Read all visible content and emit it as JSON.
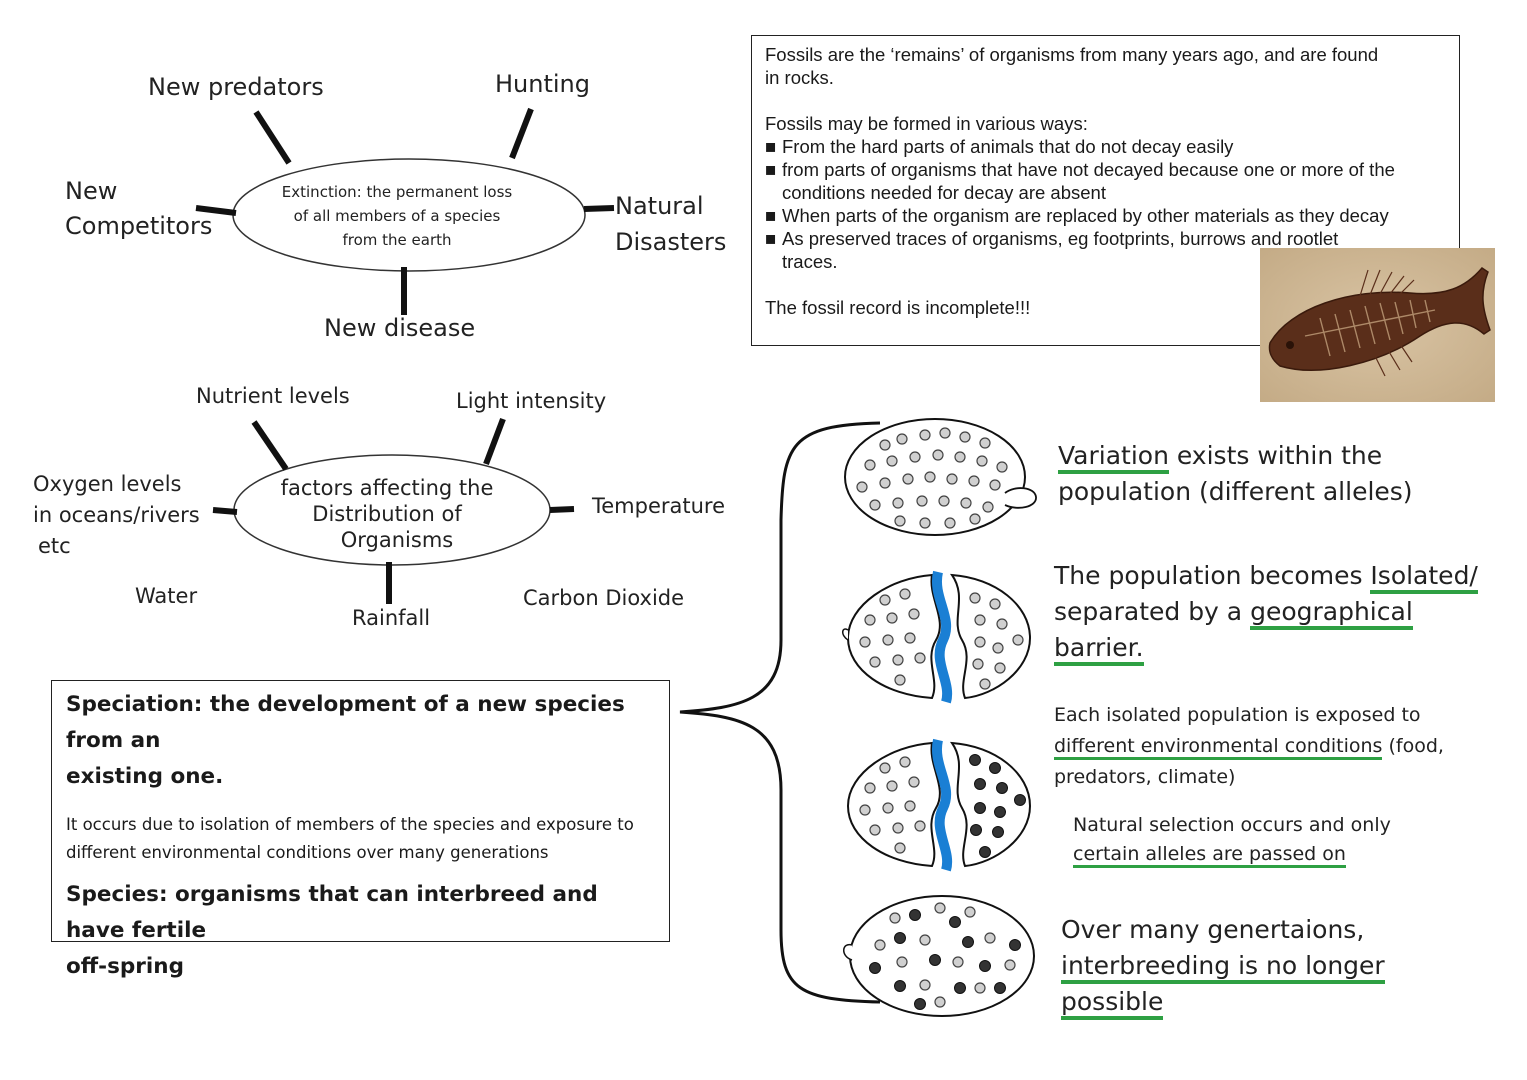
{
  "extinction": {
    "center_text": [
      "Extinction: the permanent loss",
      "of all members of a species",
      "from the earth"
    ],
    "causes": {
      "new_predators": "New predators",
      "hunting": "Hunting",
      "new_competitors": [
        "New",
        "Competitors"
      ],
      "natural_disasters": [
        "Natural",
        "Disasters"
      ],
      "new_disease": "New disease"
    }
  },
  "distribution": {
    "center_text": [
      "factors affecting the",
      "Distribution of",
      "Organisms"
    ],
    "factors": {
      "nutrient_levels": "Nutrient levels",
      "light_intensity": "Light intensity",
      "oxygen_levels": [
        "Oxygen levels",
        "in oceans/rivers",
        "etc"
      ],
      "temperature": "Temperature",
      "water": "Water",
      "rainfall": "Rainfall",
      "carbon_dioxide": "Carbon Dioxide"
    }
  },
  "fossils": {
    "intro": [
      "Fossils are the ‘remains’ of organisms from many years ago, and are found",
      "in rocks."
    ],
    "ways_heading": "Fossils may be formed in various ways:",
    "bullet_symbol": "■",
    "bullets": [
      [
        "From the hard parts of animals that do not decay easily"
      ],
      [
        "from parts of organisms that have not decayed because one or more of the",
        "conditions needed for decay are absent"
      ],
      [
        "When parts of the organism are replaced by other materials as they decay"
      ],
      [
        "As preserved traces of organisms, eg footprints, burrows and rootlet",
        "traces."
      ]
    ],
    "conclusion": "The fossil record is incomplete!!!"
  },
  "speciation": {
    "definition": [
      "Speciation: the development of a new species from an",
      "existing one."
    ],
    "explanation": [
      "It occurs due to isolation of members of the species and exposure to",
      "different environmental conditions over many generations"
    ],
    "species_definition": [
      "Species: organisms that can interbreed and have fertile",
      "off-spring"
    ]
  },
  "stages": {
    "stage1": {
      "underlined": "Variation",
      "rest_line1": " exists within the",
      "line2": "population (different alleles)"
    },
    "stage2": {
      "line1_a": "The population becomes ",
      "line1_b": "Isolated/",
      "line2_a": "separated by a ",
      "line2_b": "geographical",
      "line3": "barrier."
    },
    "stage3": {
      "line1": "Each isolated population is exposed to",
      "line2_a": "different environmental conditions",
      "line2_b": " (food,",
      "line3": "predators, climate)"
    },
    "stage3b": {
      "line1": "Natural selection occurs and only",
      "line2": "certain alleles are passed on"
    },
    "stage4": {
      "line1": "Over many genertaions,",
      "line2": "interbreeding is no longer",
      "line3": "possible"
    }
  },
  "colors": {
    "underline": "#2ea043",
    "barrier": "#1a7fd4",
    "ink": "#222222"
  }
}
